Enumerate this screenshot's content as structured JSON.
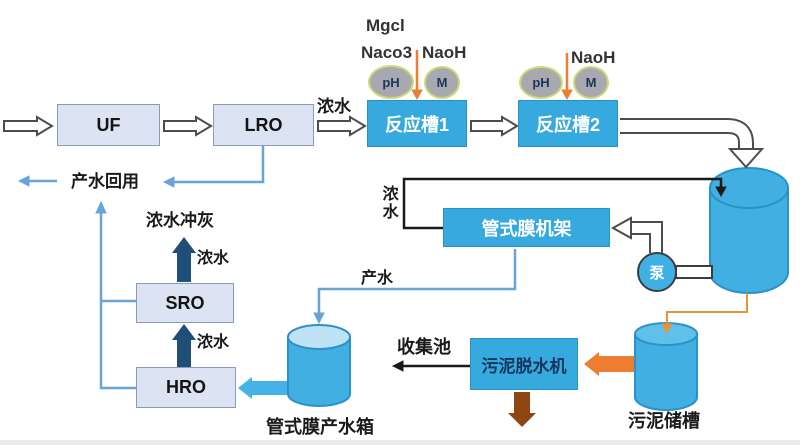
{
  "nodes": {
    "uf": "UF",
    "lro": "LRO",
    "reaction_tank_1": "反应槽1",
    "reaction_tank_2": "反应槽2",
    "membrane_rack": "管式膜机架",
    "pump": "泵",
    "sro": "SRO",
    "hro": "HRO",
    "sludge_dewaterer": "污泥脱水机",
    "product_water_tank_label": "管式膜产水箱",
    "sludge_storage_tank_label": "污泥储槽"
  },
  "dosing": {
    "mgcl": "Mgcl",
    "naco3": "Naco3",
    "naoh_1": "NaoH",
    "naoh_2": "NaoH",
    "ph_1": "pH",
    "meter_1": "M",
    "ph_2": "pH",
    "meter_2": "M"
  },
  "streams": {
    "concentrate_in": "浓水",
    "product_water_reuse": "产水回用",
    "concentrate_recycle": "浓水",
    "concentrate_ash_flush": "浓水冲灰",
    "concentrate_sro_out": "浓水",
    "concentrate_hro_out": "浓水",
    "product_water": "产水",
    "collection_pool": "收集池"
  },
  "colors": {
    "process_box_blue": "#36a9de",
    "light_box_fill": "#dce4f3",
    "light_box_border": "#8a9cba",
    "tank_blue": "#41afe2",
    "tank_top_light": "#bfe3f4",
    "navy_arrow": "#1f4e79",
    "product_line_blue": "#69a4d9",
    "dosing_orange": "#ed7d31",
    "sludge_line_orange": "#e5953c",
    "sludge_brown": "#8f4511",
    "meter_gray": "#a8a8b0",
    "meter_ring": "#ccd977",
    "flow_arrow_white": "#ffffff",
    "flow_arrow_outline": "#4d4d4d"
  }
}
